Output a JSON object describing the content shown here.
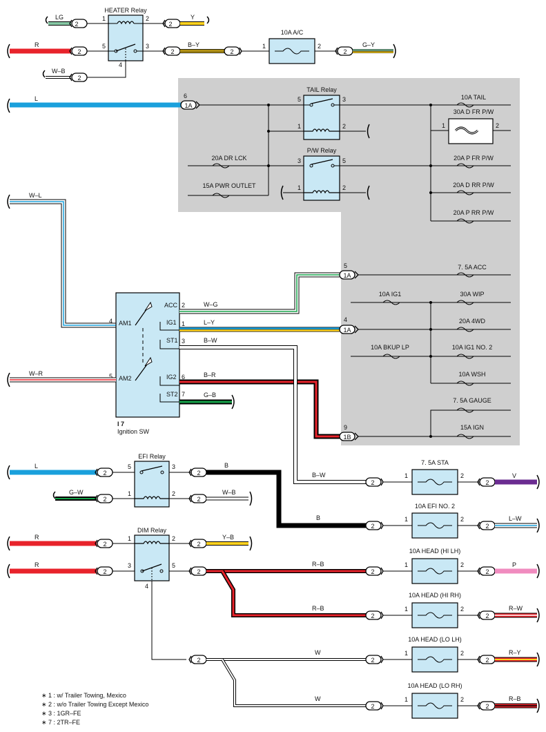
{
  "relays": {
    "heater": "HEATER Relay",
    "tail": "TAIL Relay",
    "pw": "P/W Relay",
    "efi": "EFI Relay",
    "dim": "DIM Relay"
  },
  "fuses": {
    "ac": "10A A/C",
    "tail": "10A TAIL",
    "d_fr_pw": "30A D FR P/W",
    "dr_lck": "20A DR LCK",
    "p_fr_pw": "20A P FR P/W",
    "pwr_outlet": "15A PWR OUTLET",
    "d_rr_pw": "20A D RR P/W",
    "p_rr_pw": "20A P RR P/W",
    "acc": "7. 5A ACC",
    "ig1": "10A IG1",
    "wip": "30A WIP",
    "wd4": "20A 4WD",
    "bkup_lp": "10A BKUP LP",
    "ig1_no2": "10A IG1 NO. 2",
    "wsh": "10A WSH",
    "gauge": "7. 5A GAUGE",
    "ign": "15A IGN",
    "sta": "7. 5A STA",
    "efi_no2": "10A EFI NO. 2",
    "head_hi_lh": "10A HEAD (HI LH)",
    "head_hi_rh": "10A HEAD (HI RH)",
    "head_lo_lh": "10A HEAD (LO LH)",
    "head_lo_rh": "10A HEAD (LO RH)"
  },
  "wires": {
    "lg": "LG",
    "y": "Y",
    "r": "R",
    "by": "B–Y",
    "gy": "G–Y",
    "wb": "W–B",
    "l": "L",
    "wl": "W–L",
    "wg": "W–G",
    "ly": "L–Y",
    "bw": "B–W",
    "wr": "W–R",
    "br": "B–R",
    "gb": "G–B",
    "b": "B",
    "v": "V",
    "gw": "G–W",
    "lw": "L–W",
    "yb": "Y–B",
    "rb": "R–B",
    "p": "P",
    "rw": "R–W",
    "ry": "R–Y",
    "w": "W"
  },
  "connectors": {
    "c2": "2",
    "c1a": "1A",
    "c1b": "1B"
  },
  "pins": {
    "p1": "1",
    "p2": "2",
    "p3": "3",
    "p4": "4",
    "p5": "5",
    "p6": "6",
    "p7": "7",
    "p9": "9"
  },
  "ignition": {
    "id": "I 7",
    "name": "Ignition SW",
    "am1": "AM1",
    "am2": "AM2",
    "acc": "ACC",
    "ig1": "IG1",
    "st1": "ST1",
    "ig2": "IG2",
    "st2": "ST2"
  },
  "notes": [
    "∗ 1 : w/ Trailer Towing,  Mexico",
    "∗ 2 : w/o Trailer Towing Except Mexico",
    "∗ 3 : 1GR–FE",
    "∗ 7 : 2TR–FE"
  ],
  "colors": {
    "LG": "#86c7a4",
    "Y": "#ffd21f",
    "R": "#e8232b",
    "L": "#1aa0dc",
    "G": "#16a34a",
    "W": "#ffffff",
    "B": "#000000",
    "V": "#6b2c91",
    "P": "#f08cbf",
    "fill": "#c9e8f5",
    "gray": "#cfcfcf"
  }
}
